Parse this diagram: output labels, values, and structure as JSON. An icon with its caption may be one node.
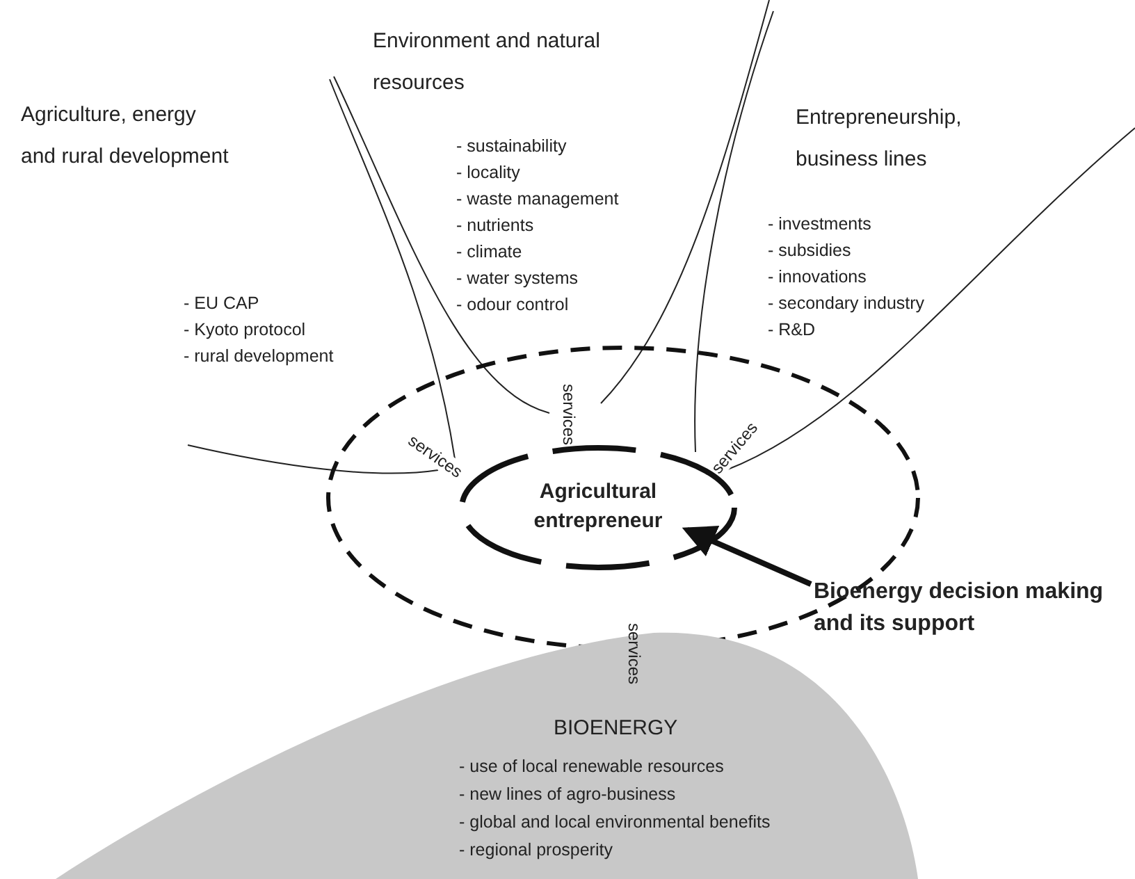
{
  "diagram": {
    "nodes": [
      {
        "text": [
          "Agricultural entrepreneur"
        ]
      },
      {
        "text": [
          "Bioenergy decision making and its support"
        ]
      },
      {
        "text": [
          "BIOENERGY",
          "- use of local renewable resources",
          "- new lines of agro-business",
          "- global and local environmental benefits",
          "- regional prosperity"
        ]
      }
    ],
    "edges": [
      {
        "from": 1,
        "to": 0,
        "arrow": "to"
      }
    ],
    "labels": [
      "Environment and natural resources",
      "Agriculture, energy and rural development",
      "Entrepreneurship, business lines",
      "- sustainability",
      "- locality",
      "- waste management",
      "- nutrients",
      "- climate",
      "- water systems",
      "- odour control",
      "- investments",
      "- subsidies",
      "- innovations",
      "- secondary industry",
      "- R&D",
      "- EU CAP",
      "- Kyoto protocol",
      "- rural development",
      "services",
      "services",
      "services",
      "services"
    ]
  }
}
